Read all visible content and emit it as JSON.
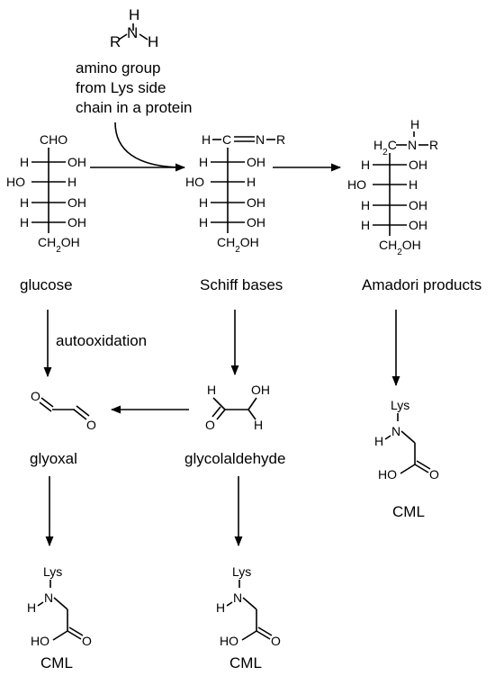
{
  "amine": {
    "h_top": "H",
    "r": "R",
    "n": "N",
    "h_right": "H",
    "caption": [
      "amino group",
      "from Lys side",
      "chain in a protein"
    ]
  },
  "glucose": {
    "top": "CHO",
    "rows": [
      {
        "left": "H",
        "right": "OH"
      },
      {
        "left": "HO",
        "right": "H"
      },
      {
        "left": "H",
        "right": "OH"
      },
      {
        "left": "H",
        "right": "OH"
      }
    ],
    "bottom": "CH2OH",
    "name": "glucose"
  },
  "schiff": {
    "top_h": "H",
    "top_c": "C",
    "top_n": "N",
    "top_r": "R",
    "rows": [
      {
        "left": "H",
        "right": "OH"
      },
      {
        "left": "HO",
        "right": "H"
      },
      {
        "left": "H",
        "right": "OH"
      },
      {
        "left": "H",
        "right": "OH"
      }
    ],
    "bottom": "CH2OH",
    "name": "Schiff bases"
  },
  "amadori": {
    "top_h": "H",
    "top_ch2": "H2C",
    "top_n": "N",
    "top_r": "R",
    "rows": [
      {
        "left": "H",
        "right": "OH"
      },
      {
        "left": "HO",
        "right": "H"
      },
      {
        "left": "H",
        "right": "OH"
      },
      {
        "left": "H",
        "right": "OH"
      }
    ],
    "bottom": "CH2OH",
    "name": "Amadori products"
  },
  "autoox_label": "autooxidation",
  "glyoxal": {
    "o1": "O",
    "o2": "O",
    "name": "glyoxal"
  },
  "glycolaldehyde": {
    "h1": "H",
    "o1": "O",
    "oh": "OH",
    "h2": "H",
    "name": "glycolaldehyde"
  },
  "cml": {
    "lys": "Lys",
    "h": "H",
    "n": "N",
    "ho": "HO",
    "o": "O",
    "name": "CML"
  }
}
